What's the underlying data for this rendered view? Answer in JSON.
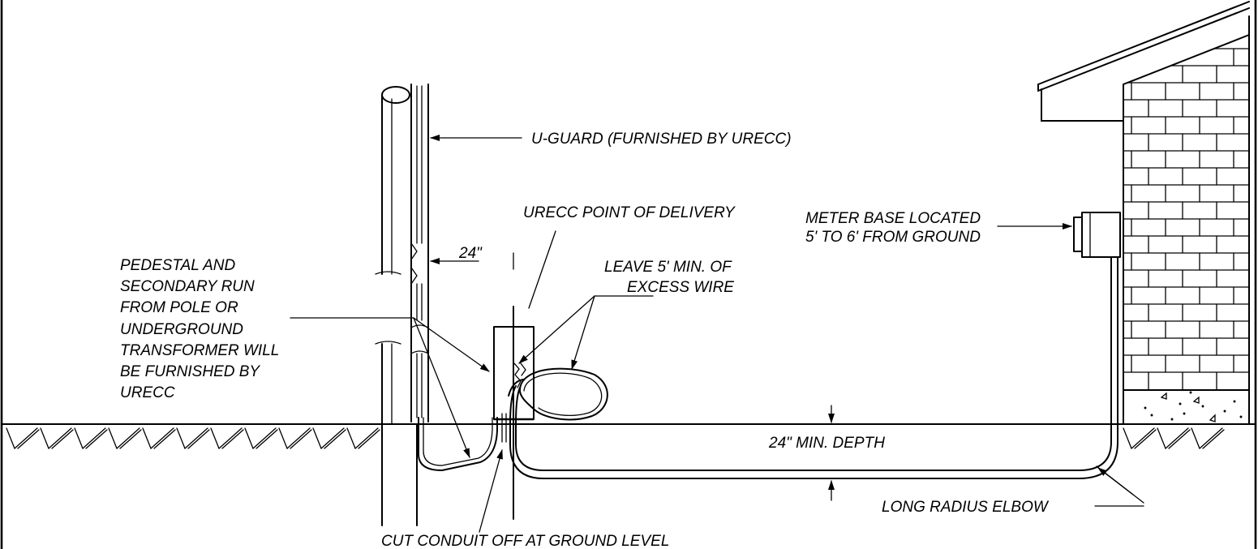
{
  "labels": {
    "u_guard": "U-GUARD (FURNISHED BY URECC)",
    "point_of_delivery": "URECC POINT OF DELIVERY",
    "meter_base_1": "METER BASE LOCATED",
    "meter_base_2": "5' TO 6' FROM GROUND",
    "dim_24": "24\"",
    "leave_wire_1": "LEAVE 5' MIN. OF",
    "leave_wire_2": "EXCESS WIRE",
    "pedestal": [
      "PEDESTAL AND",
      "SECONDARY RUN",
      "FROM POLE OR",
      "UNDERGROUND",
      "TRANSFORMER WILL",
      "BE FURNISHED BY",
      "URECC"
    ],
    "min_depth": "24\" MIN. DEPTH",
    "long_radius": "LONG  RADIUS  ELBOW",
    "cut_conduit": "CUT CONDUIT OFF AT GROUND LEVEL"
  },
  "colors": {
    "line": "#000000",
    "background": "#ffffff"
  }
}
